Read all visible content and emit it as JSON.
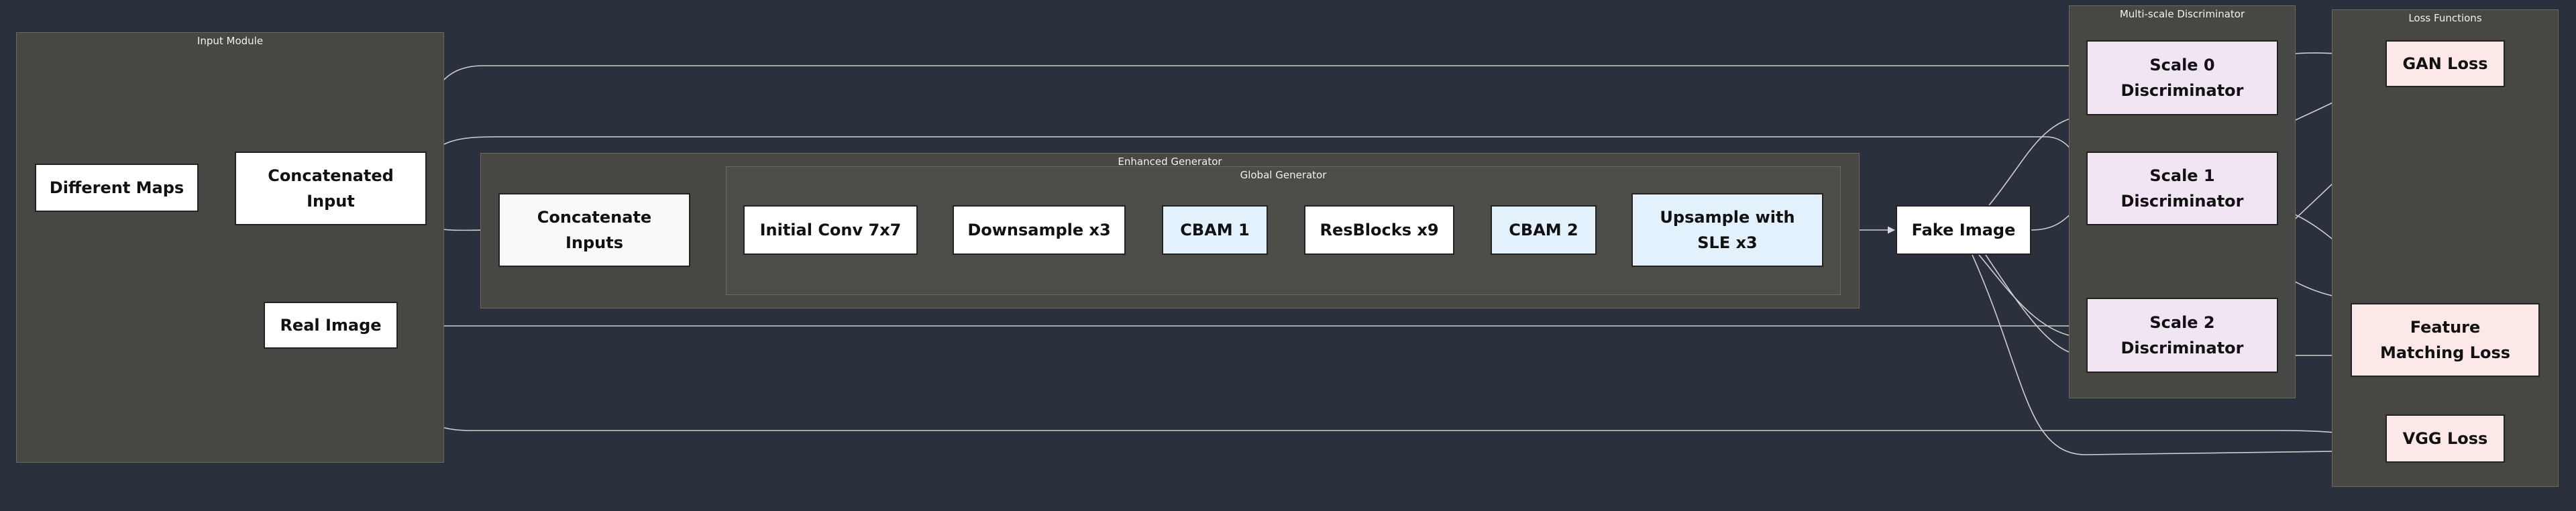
{
  "clusters": {
    "input_module": "Input Module",
    "enhanced_generator": "Enhanced Generator",
    "global_generator": "Global Generator",
    "multiscale_discriminator": "Multi-scale Discriminator",
    "loss_functions": "Loss Functions"
  },
  "nodes": {
    "different_maps": "Different Maps",
    "concatenated_input": "Concatenated Input",
    "real_image": "Real Image",
    "concatenate_inputs": "Concatenate Inputs",
    "initial_conv": "Initial Conv 7x7",
    "downsample": "Downsample x3",
    "cbam1": "CBAM 1",
    "resblocks": "ResBlocks x9",
    "cbam2": "CBAM 2",
    "upsample_sle": "Upsample with SLE x3",
    "fake_image": "Fake Image",
    "scale0": "Scale 0 Discriminator",
    "scale1": "Scale 1 Discriminator",
    "scale2": "Scale 2 Discriminator",
    "gan_loss": "GAN Loss",
    "feature_matching_loss": "Feature Matching Loss",
    "vgg_loss": "VGG Loss"
  },
  "colors": {
    "background": "#2a303c",
    "cluster_fill": "#474843",
    "cluster_fill_inner": "#4c4d48",
    "node_default": "#ffffff",
    "node_input": "#f8f9fb",
    "node_attention": "#e2f1fc",
    "node_discriminator": "#f1e4f3",
    "node_loss": "#fce9e7",
    "edge": "#cfcfcf"
  }
}
